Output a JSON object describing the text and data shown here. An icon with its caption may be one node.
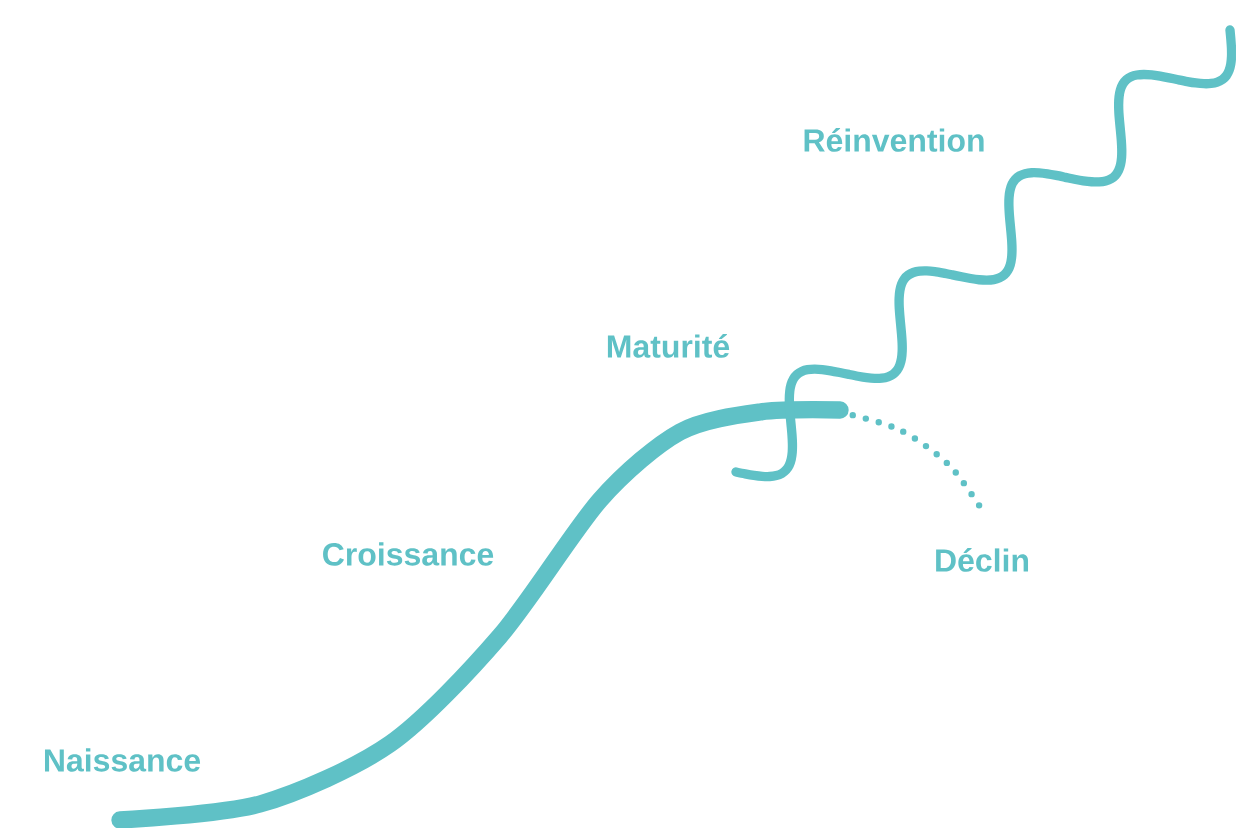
{
  "diagram": {
    "labels": [
      "Réinvention",
      "Maturité",
      "Croissance",
      "Déclin",
      "Naissance"
    ]
  }
}
